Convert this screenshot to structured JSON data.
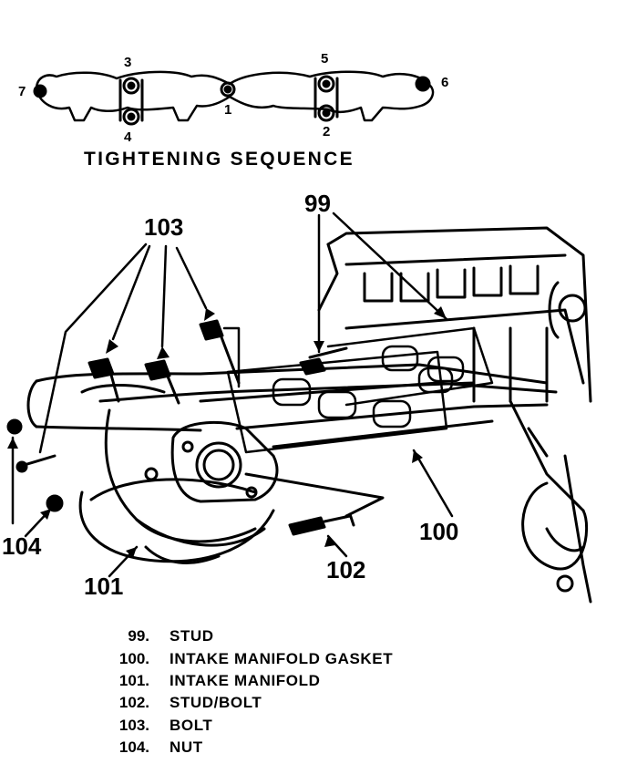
{
  "sequence": {
    "title": "TIGHTENING SEQUENCE",
    "numbers": [
      "1",
      "2",
      "3",
      "4",
      "5",
      "6",
      "7"
    ]
  },
  "callouts": {
    "c99": "99",
    "c100": "100",
    "c101": "101",
    "c102": "102",
    "c103": "103",
    "c104": "104"
  },
  "legend": [
    {
      "num": "99.",
      "desc": "STUD"
    },
    {
      "num": "100.",
      "desc": "INTAKE MANIFOLD GASKET"
    },
    {
      "num": "101.",
      "desc": "INTAKE MANIFOLD"
    },
    {
      "num": "102.",
      "desc": "STUD/BOLT"
    },
    {
      "num": "103.",
      "desc": "BOLT"
    },
    {
      "num": "104.",
      "desc": "NUT"
    }
  ]
}
